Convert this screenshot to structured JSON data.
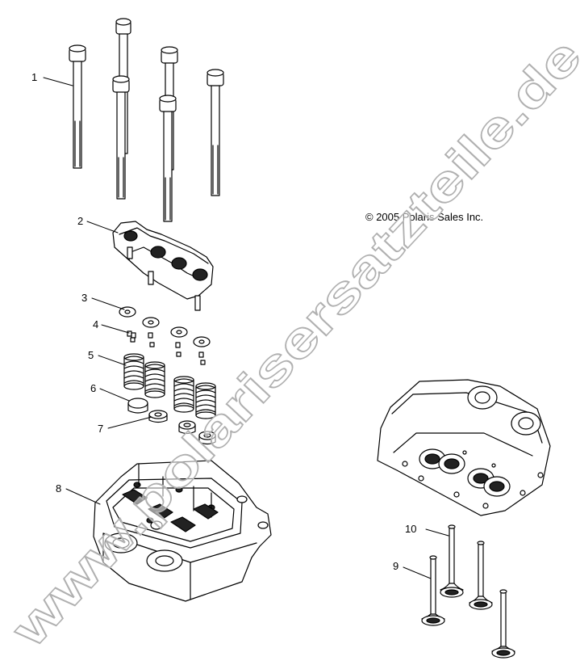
{
  "copyright": "© 2005 Polaris Sales Inc.",
  "watermark": "www.polarisersatzteile.de",
  "callouts": [
    "1",
    "2",
    "3",
    "4",
    "5",
    "6",
    "7",
    "8",
    "9",
    "10"
  ],
  "colors": {
    "line": "#000000",
    "watermark_fill": "#ffffff",
    "watermark_stroke": "#b0b0b0"
  }
}
